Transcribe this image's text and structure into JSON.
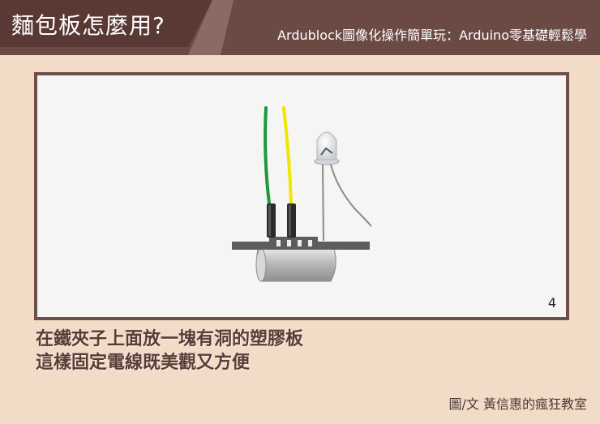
{
  "header": {
    "title": "麵包板怎麼用?",
    "subtitle": "Ardublock圖像化操作簡單玩：Arduino零基礎輕鬆學"
  },
  "panel": {
    "page_number": "4"
  },
  "caption": {
    "line1": "在鐵夾子上面放一塊有洞的塑膠板",
    "line2": "這樣固定電線既美觀又方便"
  },
  "credit": "圖/文  黃信惠的瘋狂教室",
  "colors": {
    "header_bg": "#6b4a44",
    "page_bg": "#f2dcc8",
    "panel_border": "#6e4f49",
    "wire_green": "#1a9a3a",
    "wire_yellow": "#f0e600"
  },
  "icons": [
    "green-wire",
    "yellow-wire",
    "led",
    "breadboard-strip",
    "metal-clip"
  ]
}
